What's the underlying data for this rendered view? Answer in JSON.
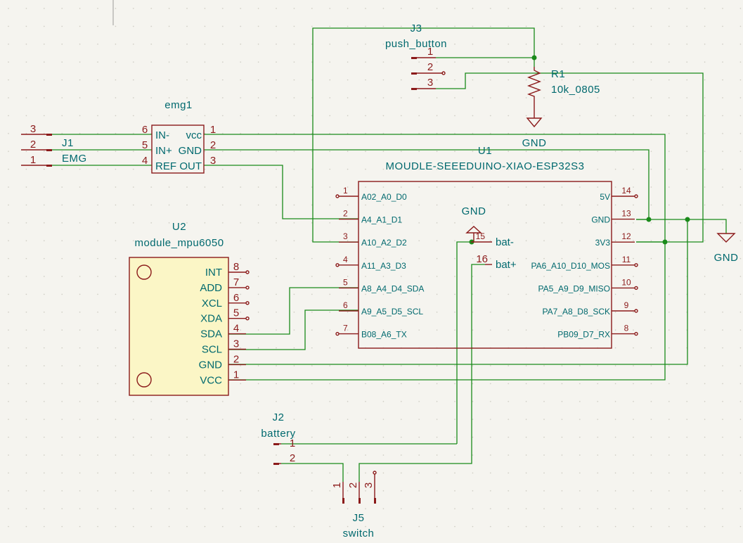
{
  "schematic": {
    "j3": {
      "ref": "J3",
      "value": "push_button",
      "pins": [
        "1",
        "2",
        "3"
      ]
    },
    "r1": {
      "ref": "R1",
      "value": "10k_0805"
    },
    "emg1": {
      "ref": "emg1",
      "left_labels": [
        "IN-",
        "IN+",
        "REF"
      ],
      "right_labels": [
        "vcc",
        "GND",
        "OUT"
      ],
      "left_pins": [
        "6",
        "5",
        "4"
      ],
      "right_pins": [
        "1",
        "2",
        "3"
      ]
    },
    "j1": {
      "ref": "J1",
      "value": "EMG",
      "pins": [
        "3",
        "2",
        "1"
      ]
    },
    "u1": {
      "ref": "U1",
      "value": "MOUDLE-SEEEDUINO-XIAO-ESP32S3",
      "left": [
        {
          "pin": "1",
          "name": "A02_A0_D0"
        },
        {
          "pin": "2",
          "name": "A4_A1_D1"
        },
        {
          "pin": "3",
          "name": "A10_A2_D2"
        },
        {
          "pin": "4",
          "name": "A11_A3_D3"
        },
        {
          "pin": "5",
          "name": "A8_A4_D4_SDA"
        },
        {
          "pin": "6",
          "name": "A9_A5_D5_SCL"
        },
        {
          "pin": "7",
          "name": "B08_A6_TX"
        }
      ],
      "right": [
        {
          "pin": "14",
          "name": "5V"
        },
        {
          "pin": "13",
          "name": "GND"
        },
        {
          "pin": "12",
          "name": "3V3"
        },
        {
          "pin": "11",
          "name": "PA6_A10_D10_MOS"
        },
        {
          "pin": "10",
          "name": "PA5_A9_D9_MISO"
        },
        {
          "pin": "9",
          "name": "PA7_A8_D8_SCK"
        },
        {
          "pin": "8",
          "name": "PB09_D7_RX"
        }
      ],
      "inner": [
        {
          "pin": "15",
          "name": "bat-"
        },
        {
          "pin": "16",
          "name": "bat+"
        }
      ]
    },
    "u2": {
      "ref": "U2",
      "value": "module_mpu6050",
      "pins": [
        {
          "pin": "8",
          "name": "INT"
        },
        {
          "pin": "7",
          "name": "ADD"
        },
        {
          "pin": "6",
          "name": "XCL"
        },
        {
          "pin": "5",
          "name": "XDA"
        },
        {
          "pin": "4",
          "name": "SDA"
        },
        {
          "pin": "3",
          "name": "SCL"
        },
        {
          "pin": "2",
          "name": "GND"
        },
        {
          "pin": "1",
          "name": "VCC"
        }
      ]
    },
    "j2": {
      "ref": "J2",
      "value": "battery",
      "pins": [
        "1",
        "2"
      ]
    },
    "j5": {
      "ref": "J5",
      "value": "switch",
      "pins": [
        "1",
        "2",
        "3"
      ]
    },
    "power": {
      "gnd_r1": "GND",
      "gnd_bat": "GND",
      "gnd_right": "GND"
    },
    "colors": {
      "background": "#f5f4ef",
      "wire": "#1a8a1a",
      "symbol": "#8b1a1a",
      "text": "#00696e",
      "body_fill": "#fbf6c6"
    }
  }
}
